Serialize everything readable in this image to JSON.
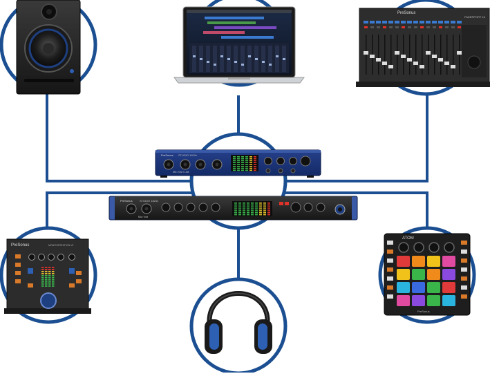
{
  "diagram": {
    "nodes": [
      {
        "id": "monitor-speaker",
        "kind": "speaker"
      },
      {
        "id": "laptop-daw",
        "kind": "laptop"
      },
      {
        "id": "faderport",
        "kind": "control-surface",
        "labels": {
          "brand": "PreSonus",
          "model": "FADERPORT 16"
        }
      },
      {
        "id": "studio-1810c",
        "kind": "audio-interface-top",
        "labels": {
          "brand": "PreSonus",
          "model": "STUDIO 1810c",
          "mic": "Mic / Inst / Line"
        }
      },
      {
        "id": "studio-1824c",
        "kind": "audio-interface-rack",
        "labels": {
          "brand": "PreSonus",
          "model": "STUDIO 1824c",
          "mic": "Mic / Inst"
        }
      },
      {
        "id": "monitor-station",
        "kind": "monitor-controller",
        "labels": {
          "brand": "PreSonus",
          "model": "MONITORSTATION V2"
        }
      },
      {
        "id": "headphones",
        "kind": "headphones"
      },
      {
        "id": "atom-pad",
        "kind": "pad-controller",
        "labels": {
          "brand": "PreSonus",
          "model": "ATOM"
        }
      }
    ],
    "colors": {
      "line": "#1b4f91",
      "ring": "#1b4f91",
      "device": "#2a2a2a",
      "accent": "#2d5fb3",
      "led": "#e0322a"
    },
    "pad_colors": [
      "#e03a3a",
      "#f08a1a",
      "#f0c21a",
      "#e04aa0",
      "#f0c21a",
      "#3ab54a",
      "#f08a1a",
      "#8a4ae0",
      "#2ab5e0",
      "#3a6ae0",
      "#3ab54a",
      "#e03a3a",
      "#e04aa0",
      "#8a4ae0",
      "#3ab54a",
      "#2ab5e0"
    ]
  }
}
